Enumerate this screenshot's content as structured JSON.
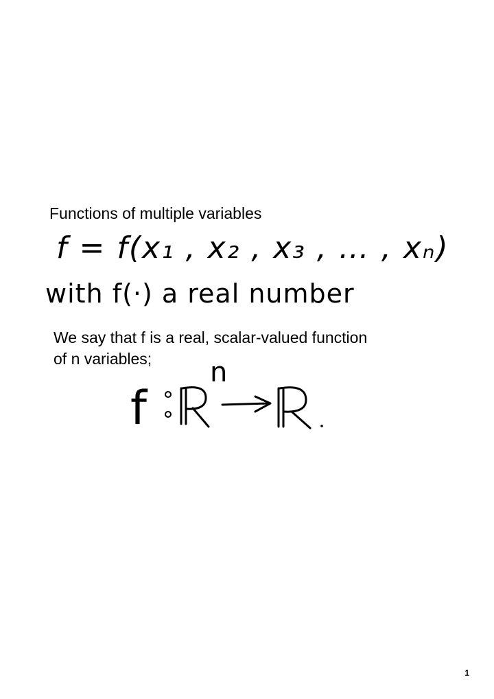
{
  "slide": {
    "heading": "Functions of multiple variables",
    "handwritten_equation": "f = f(x₁ , x₂ , x₃ , … , xₙ)",
    "handwritten_note": "with f(·) a real number",
    "paragraph_line1": "We say that f is a real, scalar-valued function",
    "paragraph_line2": "of n variables;",
    "mapping": {
      "function_name": "f",
      "domain_set": "R",
      "domain_exponent": "n",
      "codomain_set": "R"
    },
    "page_number": "1"
  }
}
